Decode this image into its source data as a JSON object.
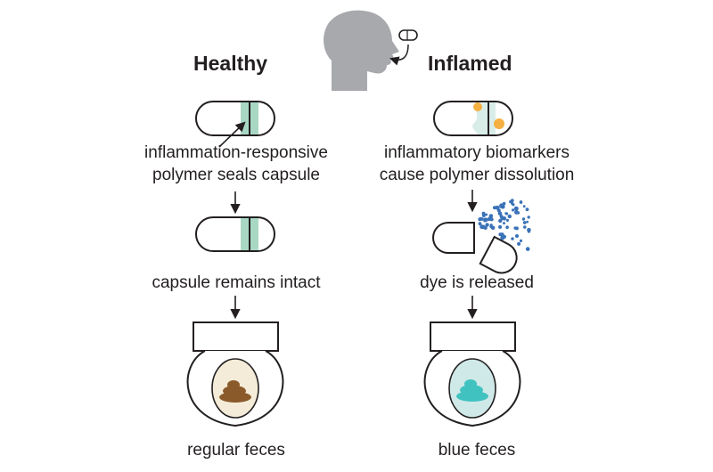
{
  "headings": {
    "healthy": "Healthy",
    "inflamed": "Inflamed"
  },
  "healthy": {
    "step1_line1": "inflammation-responsive",
    "step1_line2": "polymer seals capsule",
    "step2": "capsule remains intact",
    "step3": "regular feces"
  },
  "inflamed": {
    "step1_line1": "inflammatory biomarkers",
    "step1_line2": "cause polymer dissolution",
    "step2": "dye is released",
    "step3": "blue feces"
  },
  "colors": {
    "ink": "#231f20",
    "polymer_band": "#a8d8c4",
    "head": "#a7a9ac",
    "biomarker": "#f5b041",
    "dye": "#3a72b8",
    "regular_feces": "#8b5a2b",
    "regular_bowl": "#f4ecd8",
    "blue_feces": "#40c2c0",
    "blue_bowl": "#cfe9e8"
  },
  "icons": {
    "head": "human-head-profile-icon",
    "pill": "capsule-icon",
    "toilet": "toilet-bowl-icon",
    "biomarker": "biomarker-blob-icon"
  }
}
